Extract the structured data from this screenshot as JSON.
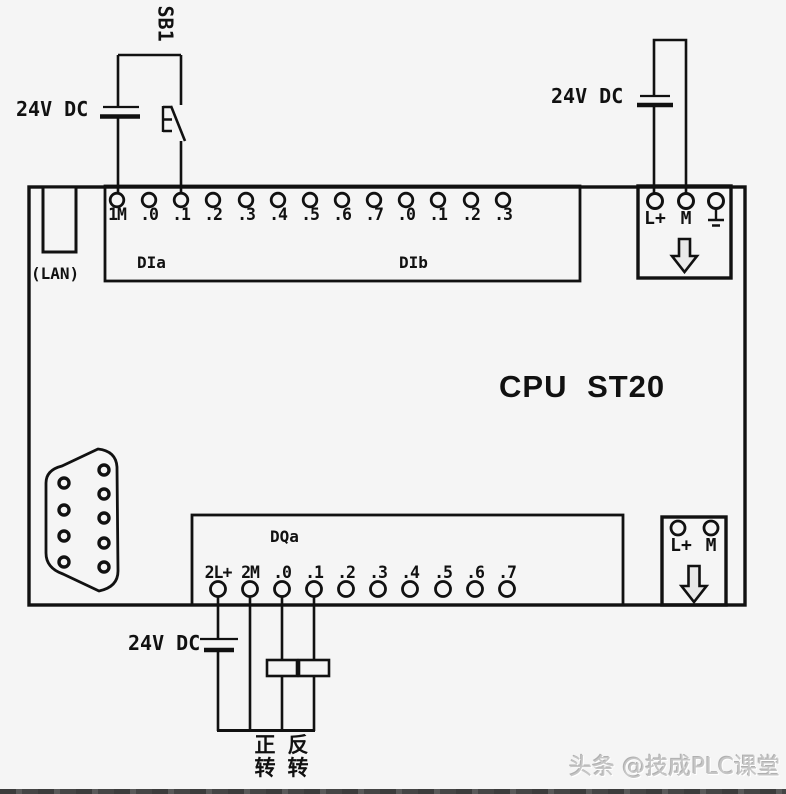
{
  "diagram": {
    "cpu_label": "CPU ST20",
    "lan_label": "(LAN)",
    "push_button_label": "SB1",
    "supply_top_left_label": "24V DC",
    "supply_top_right_label": "24V DC",
    "supply_bottom_label": "24V DC",
    "di": {
      "group_a_label": "DIa",
      "group_b_label": "DIb",
      "terminals": [
        "1M",
        ".0",
        ".1",
        ".2",
        ".3",
        ".4",
        ".5",
        ".6",
        ".7",
        ".0",
        ".1",
        ".2",
        ".3"
      ]
    },
    "dq": {
      "group_label": "DQa",
      "terminals": [
        "2L+",
        "2M",
        ".0",
        ".1",
        ".2",
        ".3",
        ".4",
        ".5",
        ".6",
        ".7"
      ]
    },
    "power_top_right": {
      "l_plus": "L+",
      "m": "M"
    },
    "power_bottom_right": {
      "l_plus": "L+",
      "m": "M"
    },
    "load_forward_label": "正转",
    "load_reverse_label": "反转",
    "watermark": "头条 @技成PLC课堂",
    "colors": {
      "line": "#111111",
      "background": "#f5f5f5",
      "arrow_fill": "#e9e9e9",
      "watermark_gray": "#c6c6c6"
    }
  }
}
